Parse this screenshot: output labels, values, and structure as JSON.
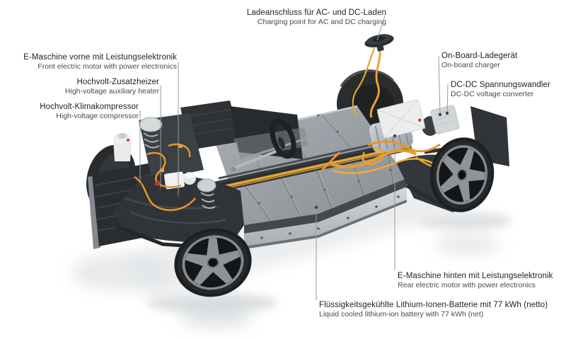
{
  "figure": {
    "kind": "ev-chassis-cutaway-diagram",
    "background": "#ffffff"
  },
  "colors": {
    "label_de": "#1f1f1f",
    "label_en": "#4a4a4a",
    "leader_line": "#9a9a9a",
    "cable_orange": "#f0a030",
    "cable_yellow": "#e2aa33",
    "battery_gray": "#9aa0a5",
    "sill_silver": "#c9ced2",
    "machinery_dark": "#2e3236",
    "tire_dark": "#26282a"
  },
  "callouts": [
    {
      "id": "charging-port",
      "de": "Ladeanschluss für AC- und DC-Laden",
      "en": "Charging point for AC and DC charging"
    },
    {
      "id": "front-motor",
      "de": "E-Maschine vorne mit Leistungselektronik",
      "en": "Front electric motor with power electronics"
    },
    {
      "id": "aux-heater",
      "de": "Hochvolt-Zusatzheizer",
      "en": "High-voltage auxiliary heater"
    },
    {
      "id": "hv-compressor",
      "de": "Hochvolt-Klimakompressor",
      "en": "High-voltage compressor"
    },
    {
      "id": "onboard-charger",
      "de": "On-Board-Ladegerät",
      "en": "On-board charger"
    },
    {
      "id": "dcdc-converter",
      "de": "DC-DC Spannungswandler",
      "en": "DC-DC voltage converter"
    },
    {
      "id": "rear-motor",
      "de": "E-Maschine hinten mit Leistungselektronik",
      "en": "Rear electric motor with power electronics"
    },
    {
      "id": "battery",
      "de": "Flüssigkeitsgekühlte Lithium-Ionen-Batterie mit 77 kWh (netto)",
      "en": "Liquid cooled lithium-ion battery with 77 kWh (net)"
    }
  ]
}
